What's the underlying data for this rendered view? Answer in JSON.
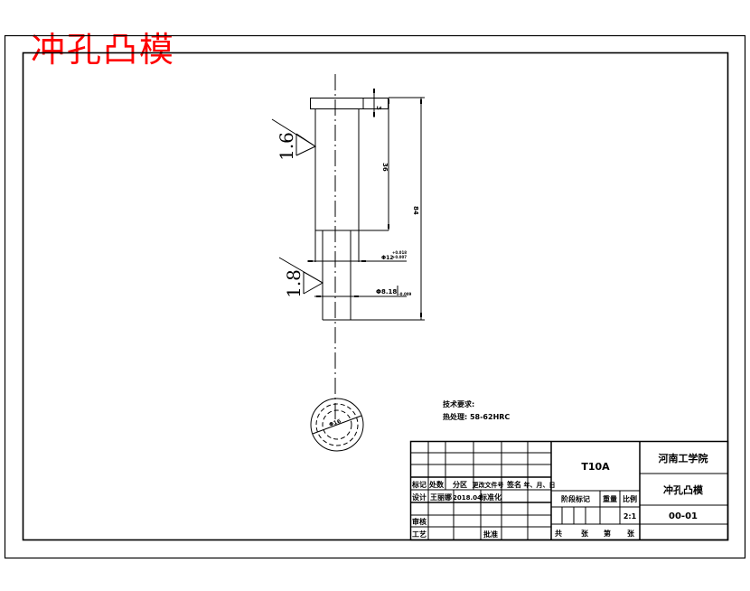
{
  "watermark_title": "冲孔凸模",
  "drawing": {
    "roughness": [
      {
        "value": "1.6"
      },
      {
        "value": "1.8"
      }
    ],
    "dimensions": {
      "head_thickness": "3",
      "upper_length": "36",
      "total_length": "84",
      "shank_diameter": "Φ12",
      "shank_tol_upper": "+0.018",
      "shank_tol_lower": "+0.007",
      "punch_diameter": "Φ8.18",
      "punch_tol": "-0.009",
      "end_view_dia": "Φ16"
    },
    "notes": {
      "heading": "技术要求:",
      "heat_treatment": "热处理: 58-62HRC"
    }
  },
  "title_block": {
    "header_row": [
      "标记",
      "处数",
      "分区",
      "更改文件号",
      "签名",
      "年、月、日"
    ],
    "design_row": [
      "设计",
      "王丽娜",
      "2018.04",
      "标准化",
      "",
      ""
    ],
    "review_label": "审核",
    "process_label": "工艺",
    "approve_label": "批准",
    "material": "T10A",
    "stage_label": "阶段标记",
    "weight_label": "重量",
    "scale_label": "比例",
    "scale_value": "2:1",
    "sheet_text": [
      "共",
      "张",
      "第",
      "张"
    ],
    "school": "河南工学院",
    "part_name": "冲孔凸模",
    "drawing_no": "00-01"
  }
}
